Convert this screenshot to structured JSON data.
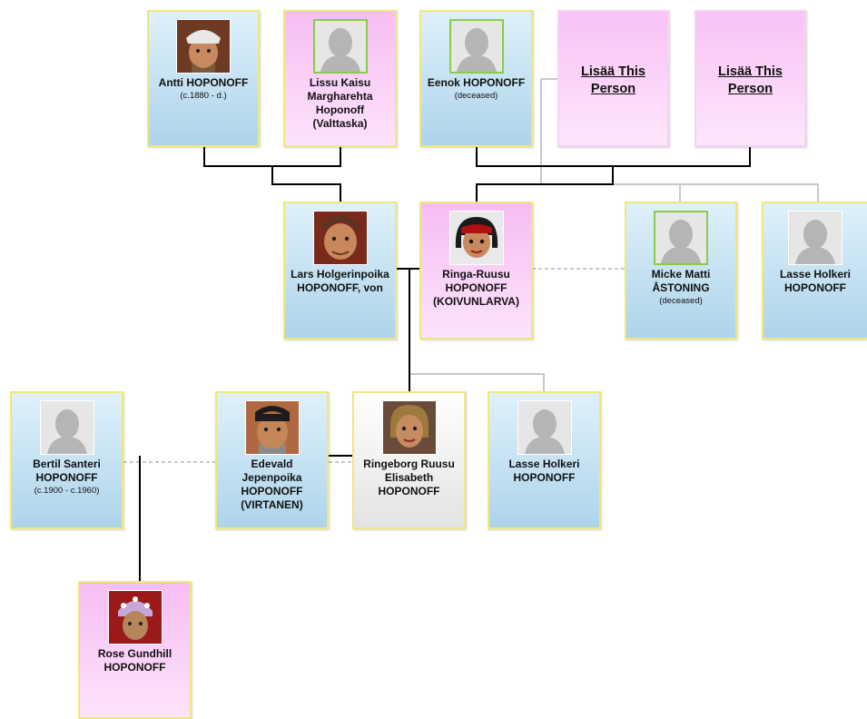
{
  "add_person_label": "Lisää This Person",
  "people": {
    "antti": {
      "name": "Antti HOPONOFF",
      "dates": "(c.1880 - d.)"
    },
    "lissu": {
      "name": "Lissu Kaisu Margharehta Hoponoff (Valttaska)",
      "dates": ""
    },
    "eenok": {
      "name": "Eenok HOPONOFF",
      "dates": "(deceased)"
    },
    "lars": {
      "name": "Lars Holgerinpoika HOPONOFF, von",
      "dates": ""
    },
    "ringa": {
      "name": "Ringa-Ruusu HOPONOFF (KOIVUNLARVA)",
      "dates": ""
    },
    "micke": {
      "name": "Micke Matti ÅSTONING",
      "dates": "(deceased)"
    },
    "lasse1": {
      "name": "Lasse Holkeri HOPONOFF",
      "dates": ""
    },
    "bertil": {
      "name": "Bertil Santeri HOPONOFF",
      "dates": "(c.1900 - c.1960)"
    },
    "edevald": {
      "name": "Edevald Jepenpoika HOPONOFF (VIRTANEN)",
      "dates": ""
    },
    "ringeborg": {
      "name": "Ringeborg Ruusu Elisabeth HOPONOFF",
      "dates": ""
    },
    "lasse2": {
      "name": "Lasse Holkeri HOPONOFF",
      "dates": ""
    },
    "rose": {
      "name": "Rose Gundhill HOPONOFF",
      "dates": ""
    }
  },
  "colors": {
    "male_card": "#aed4ea",
    "female_card": "#f7bdf3",
    "selected_card": "#e3e3e3",
    "card_border": "#efe87a",
    "line": "#000000",
    "secondary_line": "#c8c8c8",
    "spouse_dashed": "#c8c8c8"
  }
}
